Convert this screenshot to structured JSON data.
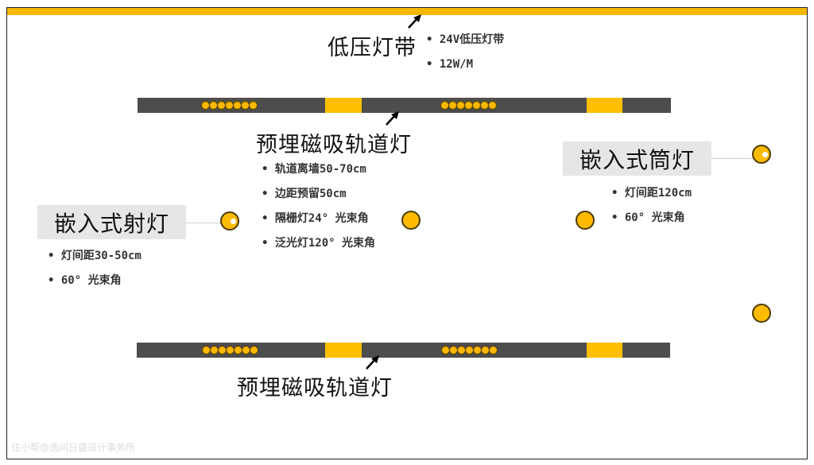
{
  "colors": {
    "accent": "#ffbf00",
    "track": "#4d4d4d",
    "label_bg": "#e6e6e6"
  },
  "low_voltage_strip": {
    "title": "低压灯带",
    "specs": [
      "24V低压灯带",
      "12W/M"
    ]
  },
  "magnetic_track_top": {
    "title": "预埋磁吸轨道灯",
    "specs": [
      "轨道离墙50-70cm",
      "边距预留50cm",
      "隔栅灯24° 光束角",
      "泛光灯120° 光束角"
    ]
  },
  "magnetic_track_bottom": {
    "title": "预埋磁吸轨道灯"
  },
  "recessed_spotlight": {
    "title": "嵌入式射灯",
    "specs": [
      "灯间距30-50cm",
      "60° 光束角"
    ]
  },
  "recessed_downlight": {
    "title": "嵌入式筒灯",
    "specs": [
      "灯间距120cm",
      "60° 光束角"
    ]
  },
  "watermark": "住小帮@逸间日盛设计事务所"
}
